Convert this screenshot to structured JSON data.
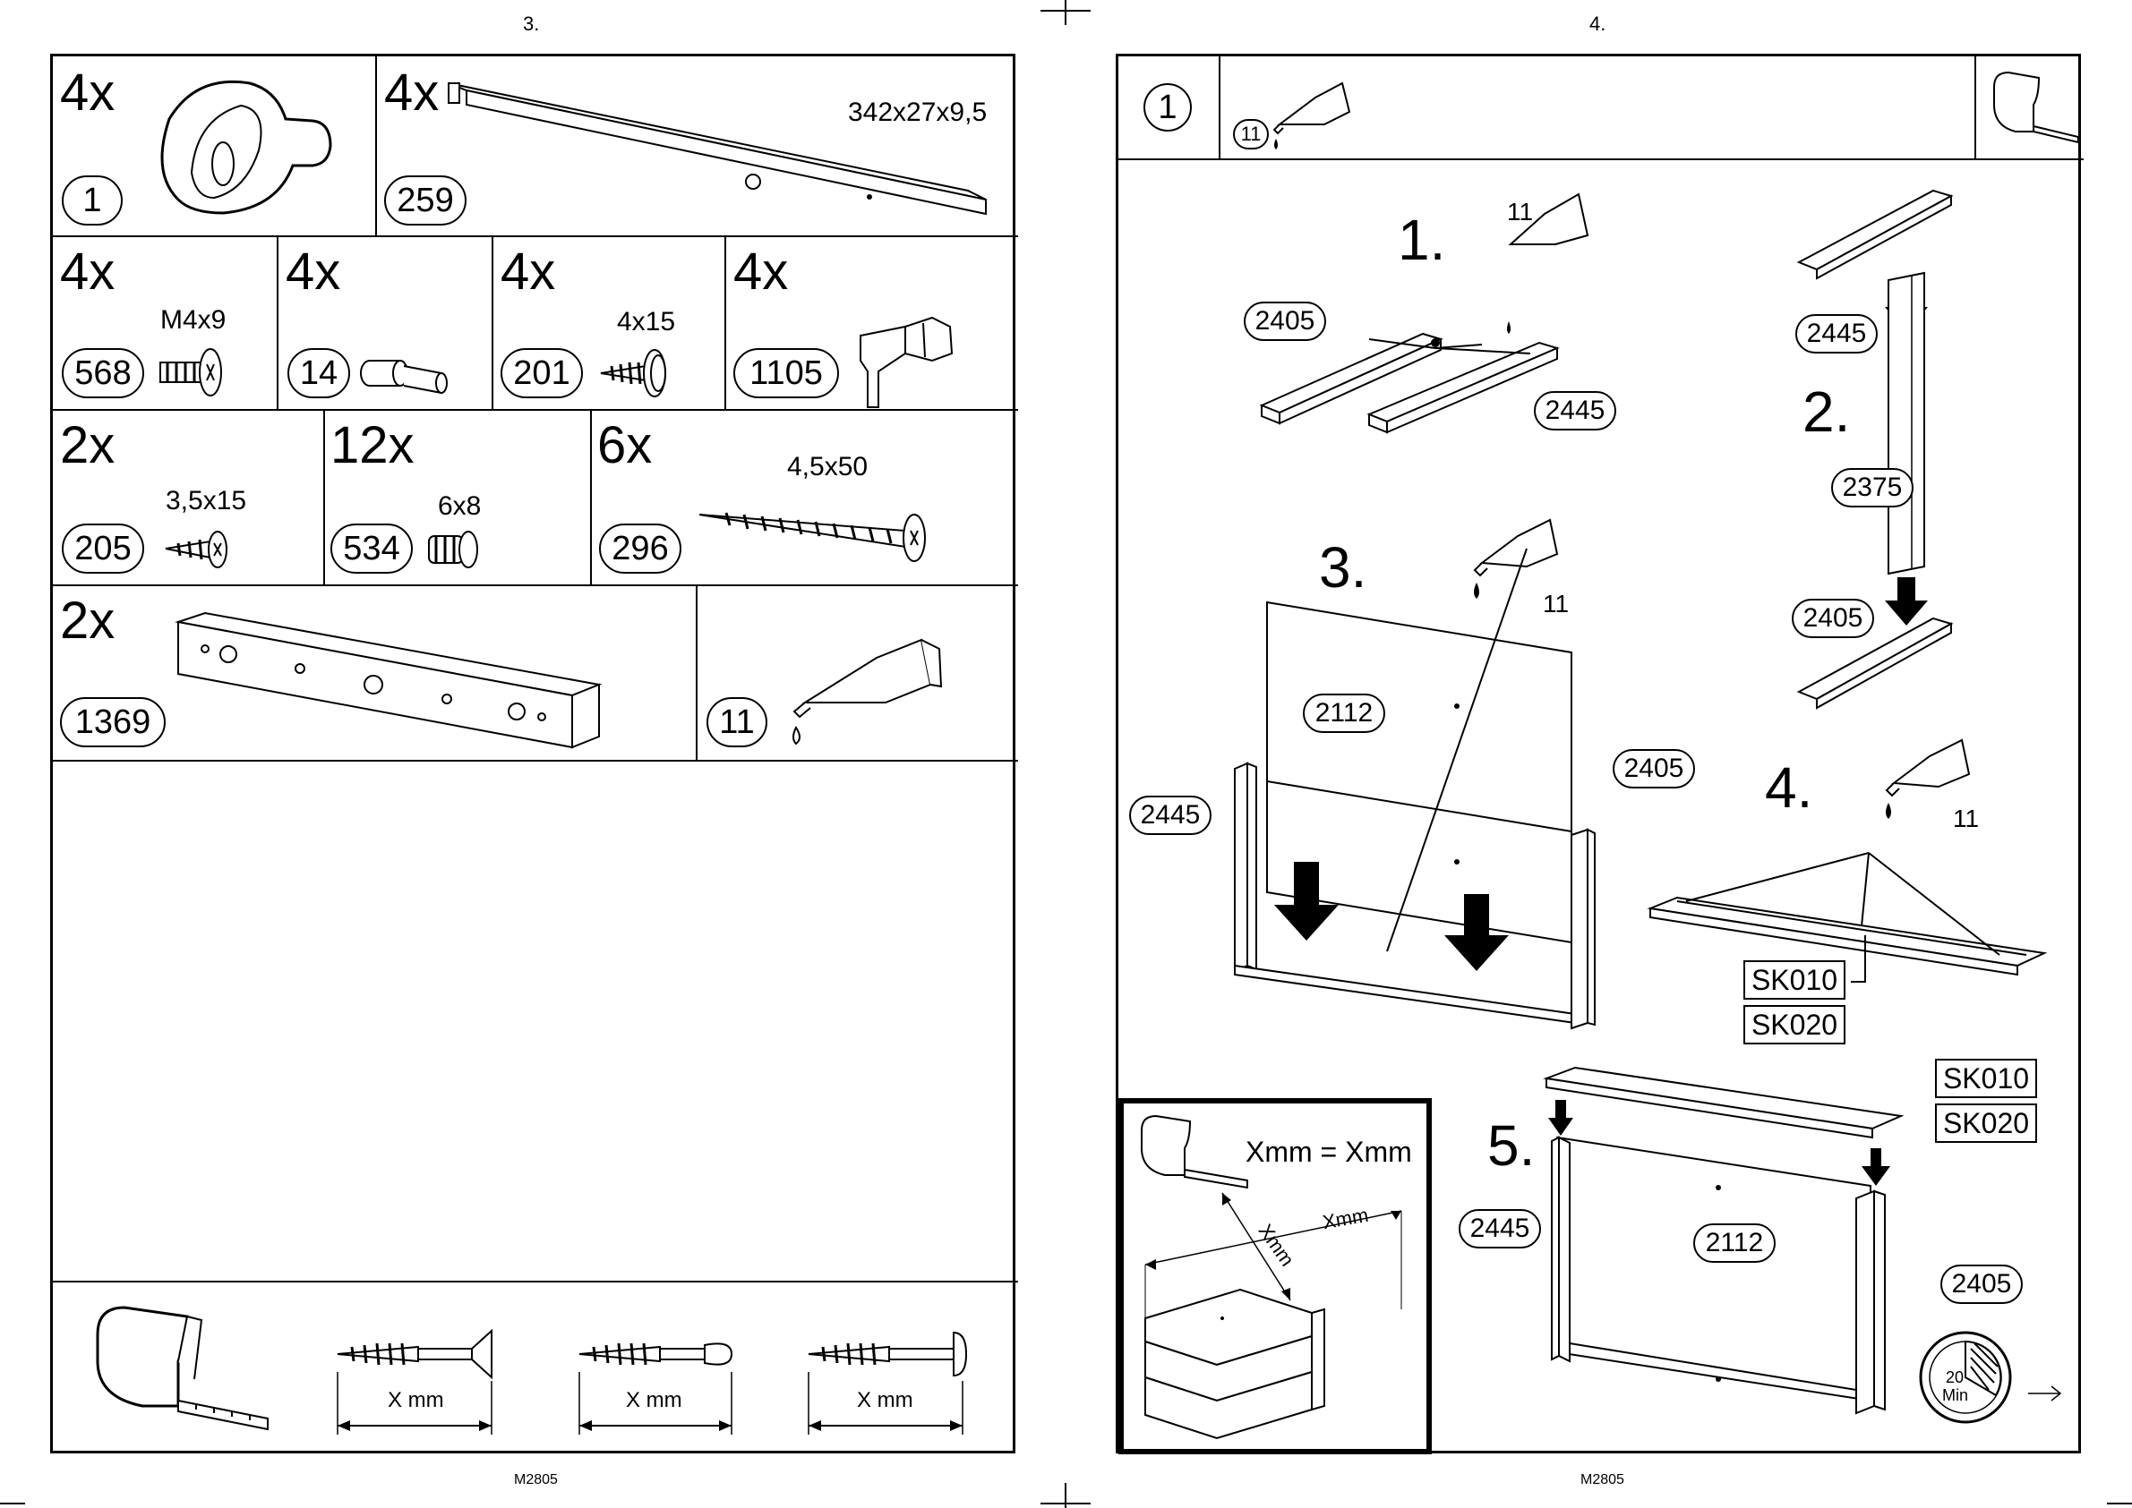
{
  "left_page": {
    "page_number": "3.",
    "footer_code": "M2805",
    "parts": [
      {
        "qty": "4x",
        "id": "1"
      },
      {
        "qty": "4x",
        "id": "259",
        "dim": "342x27x9,5"
      },
      {
        "qty": "4x",
        "id": "568",
        "dim": "M4x9"
      },
      {
        "qty": "4x",
        "id": "14"
      },
      {
        "qty": "4x",
        "id": "201",
        "dim": "4x15"
      },
      {
        "qty": "4x",
        "id": "1105"
      },
      {
        "qty": "2x",
        "id": "205",
        "dim": "3,5x15"
      },
      {
        "qty": "12x",
        "id": "534",
        "dim": "6x8"
      },
      {
        "qty": "6x",
        "id": "296",
        "dim": "4,5x50"
      },
      {
        "qty": "2x",
        "id": "1369"
      },
      {
        "id": "11"
      }
    ],
    "measure_labels": [
      "X mm",
      "X mm",
      "X mm"
    ]
  },
  "right_page": {
    "page_number": "4.",
    "footer_code": "M2805",
    "header": {
      "people_count": "1",
      "glue_id": "11"
    },
    "steps": {
      "s1": {
        "num": "1.",
        "glue": "11",
        "labels": [
          "2405",
          "2445"
        ]
      },
      "s2": {
        "num": "2.",
        "labels": [
          "2445",
          "2375",
          "2405"
        ]
      },
      "s3": {
        "num": "3.",
        "glue": "11",
        "labels": [
          "2112",
          "2405",
          "2445"
        ]
      },
      "s4": {
        "num": "4.",
        "glue": "11",
        "labels": [
          "SK010",
          "SK020"
        ]
      },
      "s5": {
        "num": "5.",
        "labels": [
          "SK010",
          "SK020",
          "2445",
          "2112",
          "2405"
        ]
      }
    },
    "check": {
      "equation": "Xmm = Xmm",
      "diag_label": "Xmm",
      "width_label": "Xmm"
    },
    "timer": {
      "value": "20",
      "unit": "Min"
    }
  }
}
